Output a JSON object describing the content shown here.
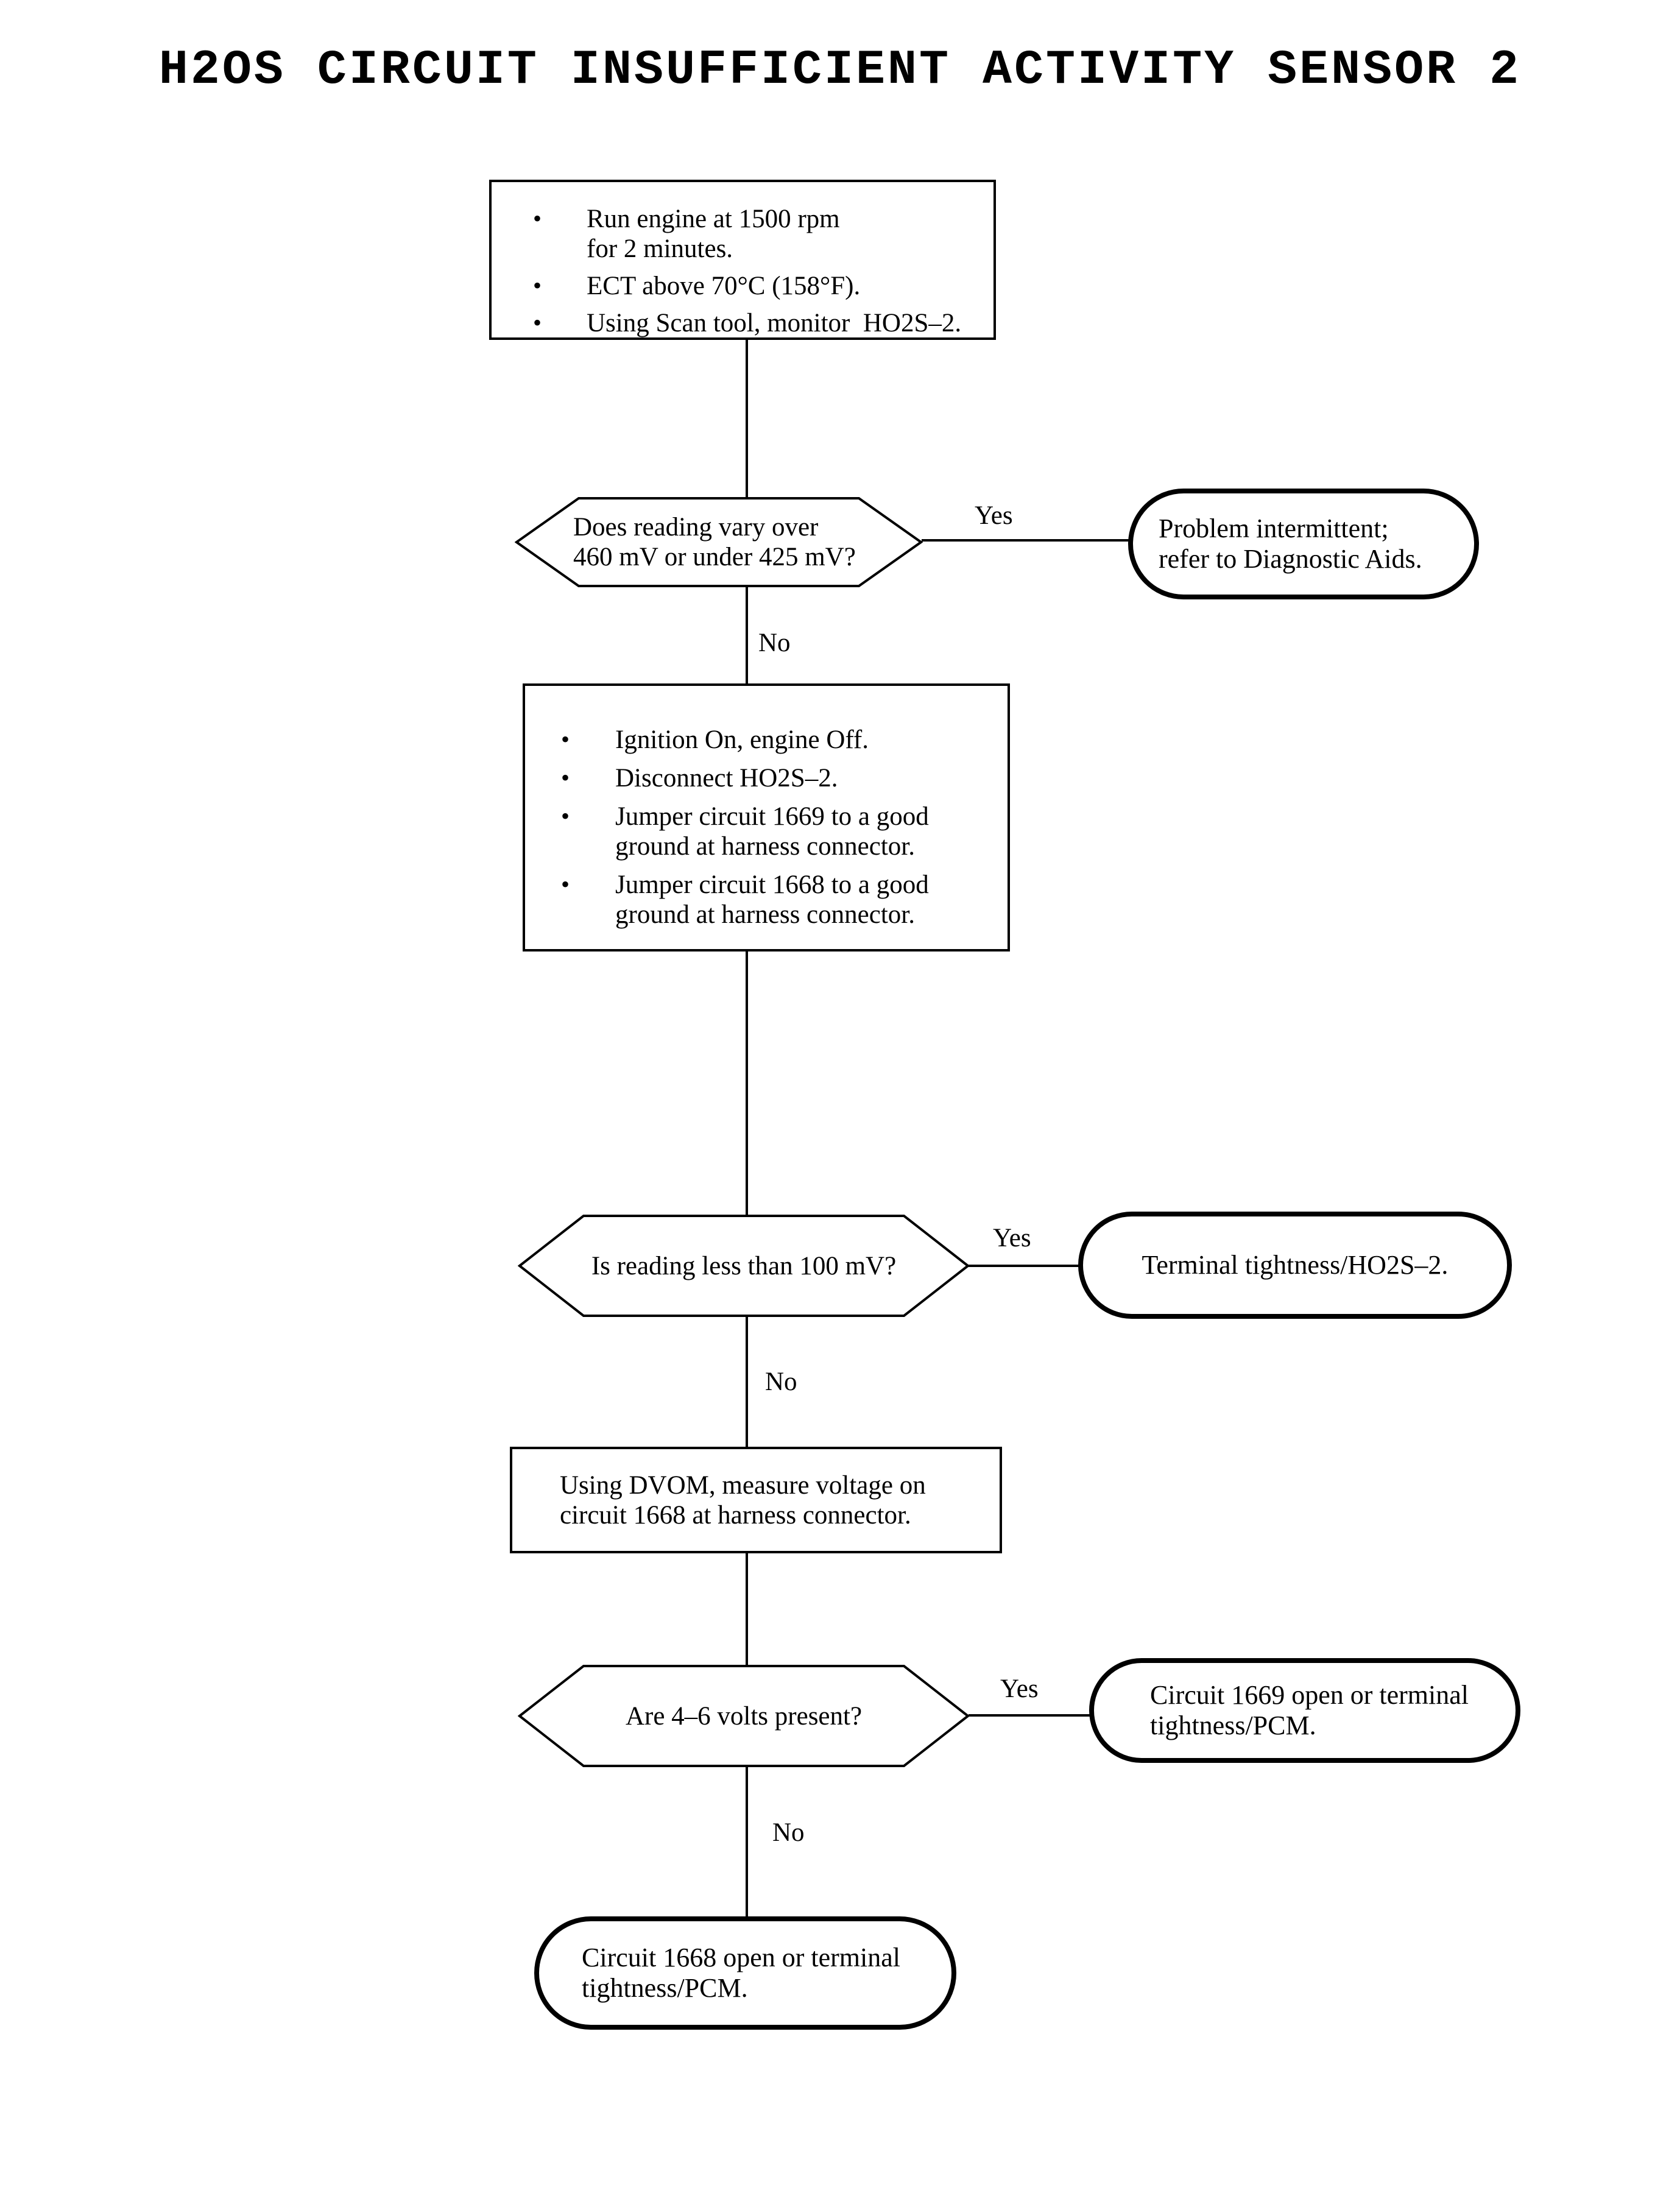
{
  "page": {
    "title": "H2OS CIRCUIT INSUFFICIENT ACTIVITY SENSOR 2",
    "background_color": "#ffffff",
    "ink_color": "#000000",
    "bullet_glyph": "•"
  },
  "flowchart": {
    "step1": {
      "bullets": [
        "Run engine at 1500 rpm\nfor 2 minutes.",
        "ECT above 70°C (158°F).",
        "Using Scan tool, monitor  HO2S–2."
      ]
    },
    "decision1": {
      "question": "Does reading vary over\n460 mV or under 425 mV?",
      "yes_label": "Yes",
      "no_label": "No"
    },
    "result1": {
      "text": "Problem intermittent;\nrefer to Diagnostic Aids."
    },
    "step2": {
      "bullets": [
        "Ignition On, engine Off.",
        "Disconnect HO2S–2.",
        "Jumper circuit 1669 to a good\nground at harness connector.",
        "Jumper circuit 1668 to a good\nground at harness connector."
      ]
    },
    "decision2": {
      "question": "Is reading less than 100 mV?",
      "yes_label": "Yes",
      "no_label": "No"
    },
    "result2": {
      "text": "Terminal tightness/HO2S–2."
    },
    "step3": {
      "text": "Using DVOM, measure voltage on\ncircuit 1668 at harness connector."
    },
    "decision3": {
      "question": "Are 4–6 volts present?",
      "yes_label": "Yes",
      "no_label": "No"
    },
    "result3": {
      "text": "Circuit 1669 open or terminal\ntightness/PCM."
    },
    "result4": {
      "text": "Circuit 1668 open or terminal\ntightness/PCM."
    }
  }
}
